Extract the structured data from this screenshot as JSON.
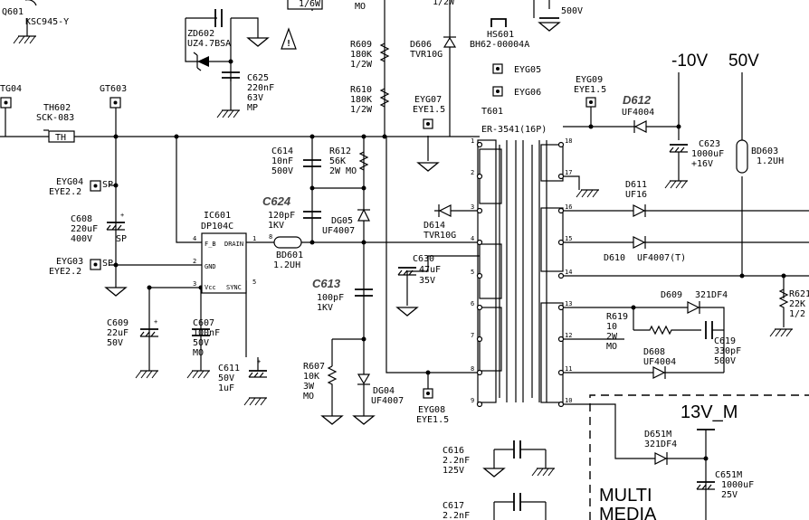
{
  "components": {
    "q601": {
      "ref": "Q601",
      "value": "KSC945-Y"
    },
    "zd602": {
      "ref": "ZD602",
      "value": "UZ4.7BSA"
    },
    "c625": {
      "ref": "C625",
      "v1": "220nF",
      "v2": "63V",
      "v3": "MP"
    },
    "top_res": {
      "value": "1/6W"
    },
    "mo_top": "MO",
    "r609": {
      "ref": "R609",
      "v1": "180K",
      "v2": "1/2W"
    },
    "r610": {
      "ref": "R610",
      "v1": "180K",
      "v2": "1/2W"
    },
    "tg04": {
      "ref": "TG04"
    },
    "gt603": {
      "ref": "GT603"
    },
    "th602": {
      "ref": "TH602",
      "value": "SCK-083",
      "symbol": "TH"
    },
    "eyg04": {
      "ref": "EYG04",
      "value": "EYE2.2",
      "pin": "SP"
    },
    "c608": {
      "ref": "C608",
      "v1": "220uF",
      "v2": "400V",
      "pin": "SP"
    },
    "eyg03": {
      "ref": "EYG03",
      "value": "EYE2.2",
      "pin": "SP"
    },
    "c609": {
      "ref": "C609",
      "v1": "22uF",
      "v2": "50V"
    },
    "c607": {
      "ref": "C607",
      "v1": "100nF",
      "v2": "50V",
      "v3": "MO"
    },
    "c611": {
      "ref": "C611",
      "v1": "50V",
      "v2": "1uF"
    },
    "ic601": {
      "ref": "IC601",
      "value": "DP104C",
      "p_fb": "F_B",
      "p_drain": "DRAIN",
      "p_gnd": "GND",
      "p_vcc": "Vcc",
      "p_sync": "SYNC",
      "n1": "1",
      "n2": "2",
      "n3": "3",
      "n4": "4",
      "n5": "5",
      "n8": "8"
    },
    "c614": {
      "ref": "C614",
      "v1": "10nF",
      "v2": "500V"
    },
    "r612": {
      "ref": "R612",
      "v1": "56K",
      "v2": "2W MO"
    },
    "c624": {
      "ref": "C624",
      "v1": "120pF",
      "v2": "1KV"
    },
    "dg05": {
      "ref": "DG05",
      "value": "UF4007"
    },
    "bd601": {
      "ref": "BD601",
      "value": "1.2UH"
    },
    "c613": {
      "ref": "C613",
      "v1": "100pF",
      "v2": "1KV"
    },
    "r607": {
      "ref": "R607",
      "v1": "10K",
      "v2": "3W",
      "v3": "MO"
    },
    "dg04": {
      "ref": "DG04",
      "value": "UF4007"
    },
    "d606": {
      "ref": "D606",
      "value": "TVR10G"
    },
    "d614": {
      "ref": "D614",
      "value": "TVR10G"
    },
    "hs601": {
      "ref": "HS601",
      "value": "BH62-00004A"
    },
    "eyg05": {
      "ref": "EYG05"
    },
    "eyg06": {
      "ref": "EYG06"
    },
    "eyg07": {
      "ref": "EYG07",
      "value": "EYE1.5"
    },
    "eyg08": {
      "ref": "EYG08",
      "value": "EYE1.5"
    },
    "c630": {
      "ref": "C630",
      "v1": "47uF",
      "v2": "35V"
    },
    "t601": {
      "ref": "T601",
      "value": "ER-3541(16P)",
      "pins_left": [
        "1",
        "2",
        "3",
        "4",
        "5",
        "6",
        "7",
        "8",
        "9"
      ],
      "pins_right": [
        "18",
        "17",
        "16",
        "15",
        "14",
        "13",
        "12",
        "11",
        "10"
      ]
    },
    "mid_top": {
      "value": "1/2W"
    },
    "top_right_v": {
      "value": "500V"
    },
    "eyg09": {
      "ref": "EYG09",
      "value": "EYE1.5"
    },
    "d612": {
      "ref": "D612",
      "value": "UF4004"
    },
    "c623": {
      "ref": "C623",
      "v1": "1000uF",
      "v2": "+16V"
    },
    "bd603": {
      "ref": "BD603",
      "value": "1.2UH"
    },
    "d611": {
      "ref": "D611",
      "value": "UF16"
    },
    "d610": {
      "ref": "D610",
      "value": "UF4007(T)"
    },
    "d609": {
      "ref": "D609",
      "value": "321DF4"
    },
    "r619": {
      "ref": "R619",
      "v1": "10",
      "v2": "2W",
      "v3": "MO"
    },
    "c619": {
      "ref": "C619",
      "v1": "330pF",
      "v2": "500V"
    },
    "d608": {
      "ref": "D608",
      "value": "UF4004"
    },
    "r621": {
      "ref": "R621",
      "v1": "22K",
      "v2": "1/2"
    },
    "d651m": {
      "ref": "D651M",
      "value": "321DF4"
    },
    "c651m": {
      "ref": "C651M",
      "v1": "1000uF",
      "v2": "25V"
    },
    "c616": {
      "ref": "C616",
      "v1": "2.2nF",
      "v2": "125V"
    },
    "c617": {
      "ref": "C617",
      "v1": "2.2nF"
    }
  },
  "rails": {
    "neg10": "-10V",
    "v50": "50V",
    "v13m": "13V_M"
  },
  "block": {
    "line1": "MULTI",
    "line2": "MEDIA"
  }
}
